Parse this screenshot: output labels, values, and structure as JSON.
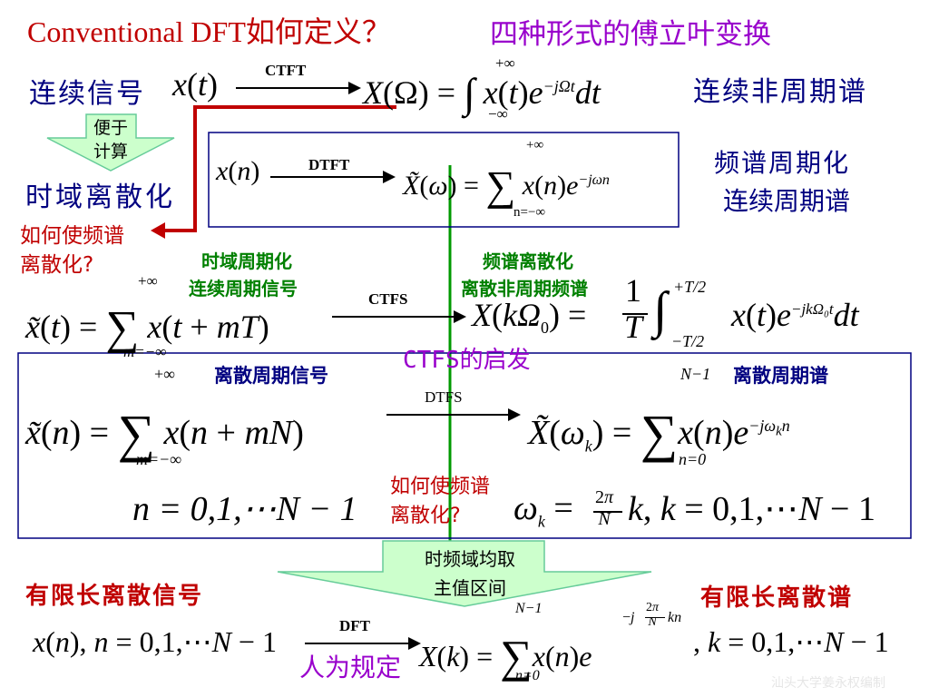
{
  "title": {
    "main": "Conventional DFT如何定义？",
    "sub": "四种形式的傅立叶变换"
  },
  "rows": {
    "ctft": {
      "left_label": "连续信号",
      "formula_left": "x(t)",
      "arrow": "CTFT",
      "formula_right": "X(Ω) = ∫ x(t) e^{−jΩt} dt",
      "limits_top": "+∞",
      "limits_bottom": "−∞",
      "right_label": "连续非周期谱"
    },
    "dtft": {
      "callout": [
        "便于",
        "计算"
      ],
      "left_label": "时域离散化",
      "formula_left": "x(n)",
      "arrow": "DTFT",
      "formula_right": "X̃(ω) = Σ x(n) e^{−jωn}",
      "limits_top": "+∞",
      "limits_bottom": "n=−∞",
      "right_label_1": "频谱周期化",
      "right_label_2": "连续周期谱"
    },
    "question1": [
      "如何使频谱",
      "离散化?"
    ],
    "ctfs": {
      "note_left": [
        "时域周期化",
        "连续周期信号"
      ],
      "note_right": [
        "频谱离散化",
        "离散非周期频谱"
      ],
      "formula_left": "x̃(t) = Σ x(t + mT)",
      "limits_top": "+∞",
      "limits_bottom": "m=−∞",
      "arrow": "CTFS",
      "formula_right": "X(kΩ₀) = 1/T ∫ x(t) e^{−jkΩ₀t} dt",
      "int_top": "+T/2",
      "int_bottom": "−T/2",
      "hint": "CTFS的启发"
    },
    "dtfs": {
      "label_left": "离散周期信号",
      "label_right": "离散周期谱",
      "formula_left": "x̃(n) = Σ x(n + mN)",
      "limits_top": "+∞",
      "limits_bottom": "m=−∞",
      "arrow": "DTFS",
      "formula_right": "X̃(ωₖ) = Σ x(n) e^{−jωₖn}",
      "sum_top": "N−1",
      "sum_bottom": "n=0",
      "range_n": "n = 0,1,⋯N − 1",
      "question": [
        "如何使频谱",
        "离散化?"
      ],
      "omega_k": "ωₖ = 2π/N k, k = 0,1,⋯N − 1"
    },
    "callout2": [
      "时频域均取",
      "主值区间"
    ],
    "dft": {
      "label_left": "有限长离散信号",
      "label_right": "有限长离散谱",
      "formula_left": "x(n), n = 0,1,⋯N − 1",
      "arrow": "DFT",
      "formula_right": "X(k) = Σ x(n) e^{−j 2π/N kn}, k = 0,1,⋯N − 1",
      "sum_top": "N−1",
      "sum_bottom": "n=0",
      "note": "人为规定"
    }
  },
  "watermark": "汕头大学姜永权编制",
  "colors": {
    "title_red": "#c00000",
    "title_purple": "#9900cc",
    "label_navy": "#000080",
    "note_green": "#008000",
    "callout_fill": "#ccffcc",
    "callout_stroke": "#66cc99",
    "box_stroke": "#000080"
  }
}
